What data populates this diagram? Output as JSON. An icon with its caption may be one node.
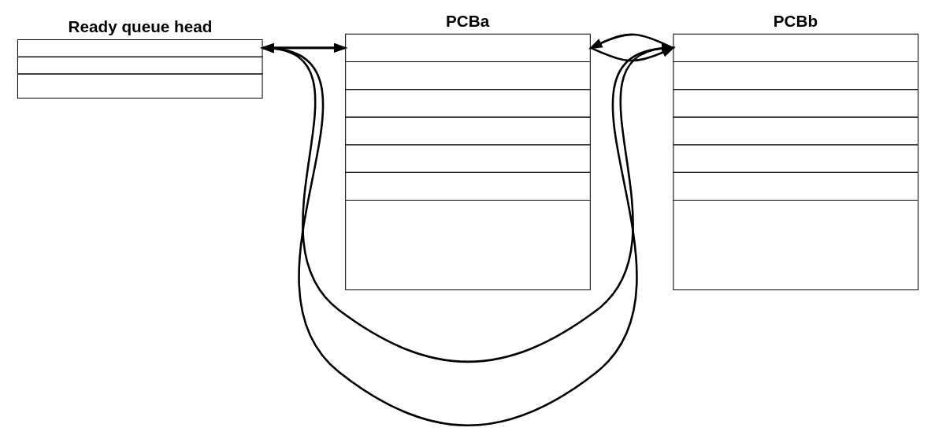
{
  "diagram": {
    "nodes": [
      {
        "text": [
          "Ready queue head"
        ]
      },
      {
        "text": [
          "PCBa"
        ]
      },
      {
        "text": [
          "PCBb"
        ]
      }
    ],
    "edges": [
      {
        "from": 0,
        "to": 1,
        "arrow": "to"
      },
      {
        "from": 1,
        "to": 0,
        "arrow": "to"
      },
      {
        "from": 1,
        "to": 2,
        "arrow": "to"
      },
      {
        "from": 2,
        "to": 1,
        "arrow": "to"
      },
      {
        "from": 2,
        "to": 0,
        "arrow": "to"
      },
      {
        "from": 0,
        "to": 2,
        "arrow": "to"
      }
    ]
  }
}
